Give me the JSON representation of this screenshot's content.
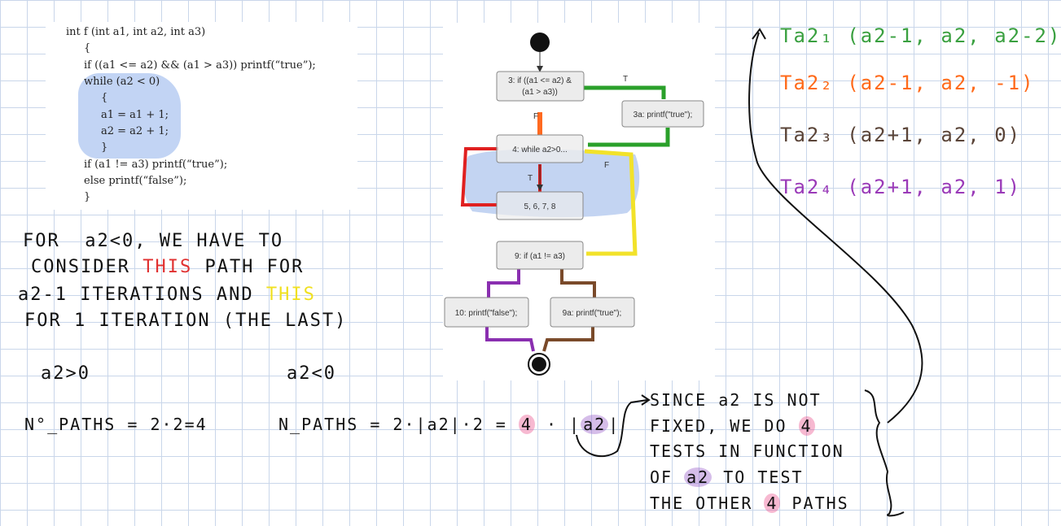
{
  "code": {
    "lines": [
      "int f (int a1, int a2, int a3)",
      "{",
      "if ((a1 <= a2) && (a1 > a3)) printf(“true”);",
      "while (a2 < 0)",
      "{",
      "a1 = a1 + 1;",
      "a2 = a2 + 1;",
      "}",
      "if (a1 != a3) printf(“true”);",
      "else printf(“false”);",
      "}"
    ]
  },
  "diagram": {
    "nodes": {
      "n3_line1": "3: if ((a1 <= a2) &",
      "n3_line2": "(a1 > a3))",
      "n3a": "3a: printf(\"true\");",
      "n4": "4: while a2>0...",
      "n5678": "5, 6, 7, 8",
      "n9": "9: if (a1 != a3)",
      "n10": "10: printf(\"false\");",
      "n9a": "9a: printf(\"true\");"
    },
    "edge_labels": {
      "t1": "T",
      "f1": "F",
      "t2": "T",
      "f2": "F"
    },
    "colors": {
      "green": "#2aa02a",
      "orange": "#ff6a20",
      "red": "#e02020",
      "yellow": "#f2e22a",
      "brown": "#7a4a2a",
      "purple": "#8a2fb0",
      "loop_highlight": "#9bb8ea"
    }
  },
  "notes": {
    "explanation": {
      "line1": "FOR  a2<0, WE HAVE TO",
      "line2_a": "CONSIDER ",
      "line2_this": "THIS",
      "line2_b": " PATH FOR",
      "line3_a": "a2-1 ITERATIONS AND ",
      "line3_this": "THIS",
      "line4": "FOR 1 ITERATION (THE LAST)"
    },
    "case_pos": "a2>0",
    "case_neg": "a2<0",
    "paths_pos": "N°_PATHS = 2·2=4",
    "paths_neg_a": "N_PATHS = 2·|a2|·2 = ",
    "paths_neg_4": "4",
    "paths_neg_b": " · |",
    "paths_neg_a2": "a2",
    "paths_neg_c": "|",
    "since": {
      "line1": "SINCE a2 IS NOT",
      "line2_a": "FIXED, WE DO ",
      "line2_4": "4",
      "line3": "TESTS IN FUNCTION",
      "line4_a": "OF ",
      "line4_a2": "a2",
      "line4_b": " TO TEST",
      "line5_a": "THE OTHER ",
      "line5_4": "4",
      "line5_b": " PATHS"
    }
  },
  "tests": [
    {
      "label": "Ta2₁ (a2-1, a2, a2-2)",
      "color": "#3aa040"
    },
    {
      "label": "Ta2₂ (a2-1, a2, -1)",
      "color": "#ff6a1a"
    },
    {
      "label": "Ta2₃ (a2+1, a2, 0)",
      "color": "#5a4438"
    },
    {
      "label": "Ta2₄ (a2+1, a2, 1)",
      "color": "#9a3ab8"
    }
  ]
}
